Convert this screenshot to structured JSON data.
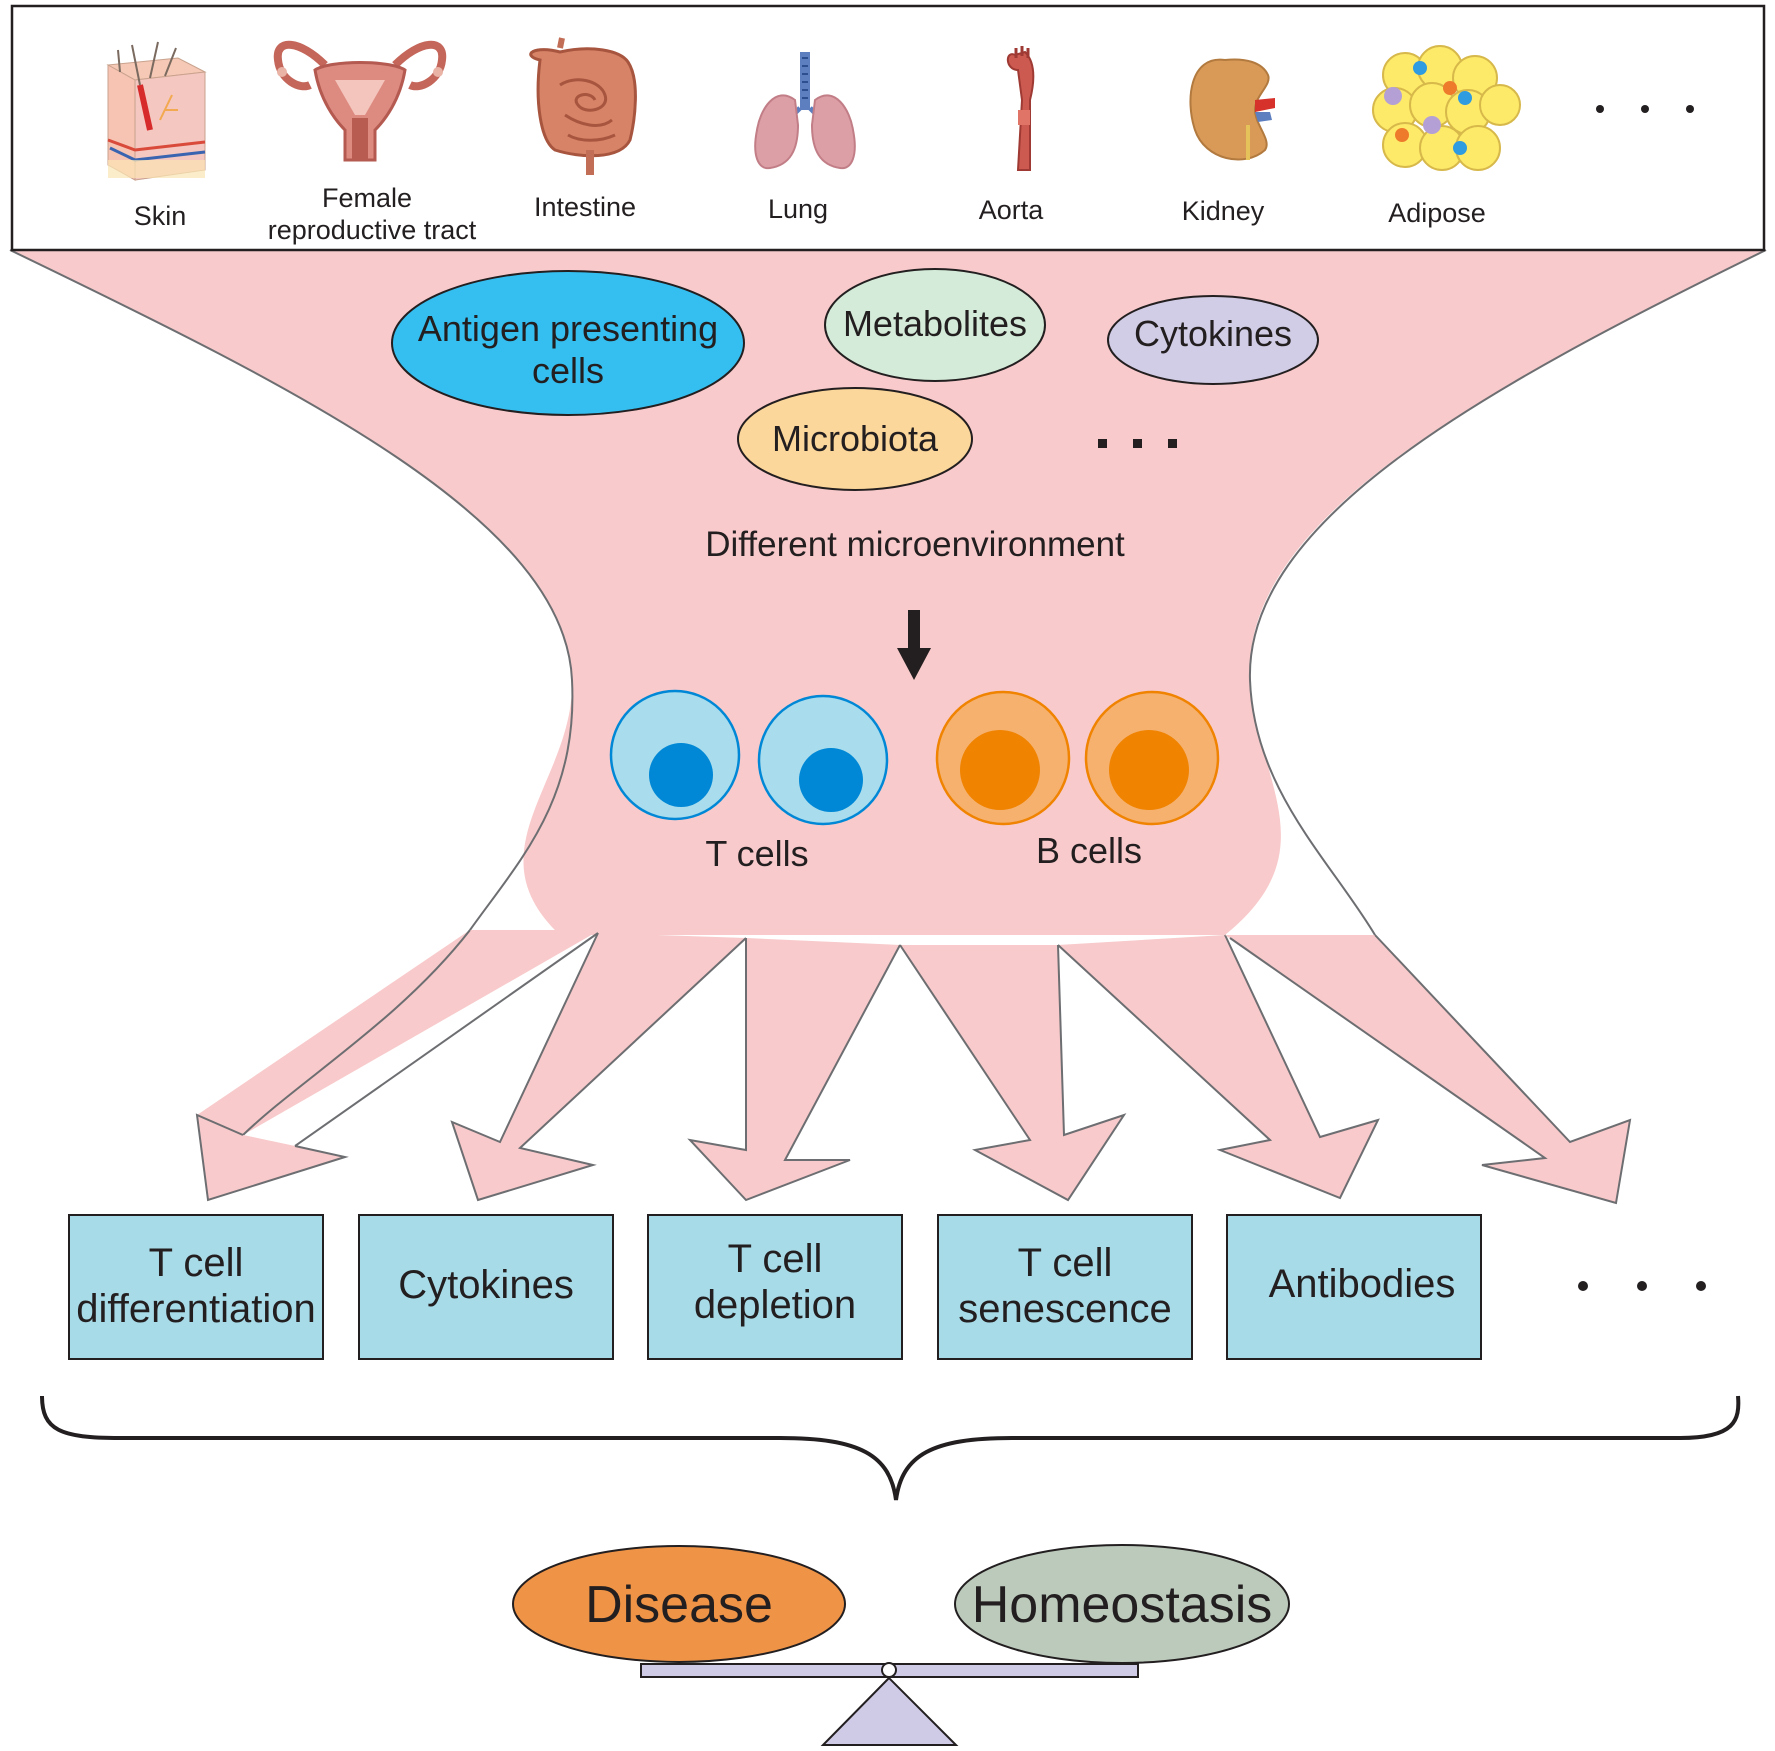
{
  "tissues": [
    {
      "label": "Skin"
    },
    {
      "label_line1": "Female",
      "label_line2": "reproductive tract"
    },
    {
      "label": "Intestine"
    },
    {
      "label": "Lung"
    },
    {
      "label": "Aorta"
    },
    {
      "label": "Kidney"
    },
    {
      "label": "Adipose"
    }
  ],
  "factors": {
    "apc_line1": "Antigen presenting",
    "apc_line2": "cells",
    "metabolites": "Metabolites",
    "cytokines": "Cytokines",
    "microbiota": "Microbiota"
  },
  "microenvironment_label": "Different microenvironment",
  "cells": {
    "t_cells": "T cells",
    "b_cells": "B cells"
  },
  "outcomes": [
    {
      "line1": "T cell",
      "line2": "differentiation"
    },
    {
      "line1": "Cytokines"
    },
    {
      "line1": "T cell",
      "line2": "depletion"
    },
    {
      "line1": "T cell",
      "line2": "senescence"
    },
    {
      "line1": "Antibodies"
    }
  ],
  "balance": {
    "disease": "Disease",
    "homeostasis": "Homeostasis"
  },
  "colors": {
    "funnel_fill": "#f8cacb",
    "apc": "#35bff1",
    "metabolites": "#d3ebd8",
    "cytokines": "#d2cde6",
    "microbiota": "#fcd79b",
    "t_cell_outer": "#a9dcec",
    "t_cell_nucleus": "#0088d6",
    "b_cell_outer": "#f6b16f",
    "b_cell_nucleus": "#f08300",
    "outcome_box": "#a8dbe8",
    "disease": "#ef9346",
    "homeostasis": "#bccabc",
    "scale": "#cfcbe6"
  },
  "icons": [
    "skin-icon",
    "uterus-icon",
    "intestine-icon",
    "lung-icon",
    "aorta-icon",
    "kidney-icon",
    "adipose-icon"
  ]
}
